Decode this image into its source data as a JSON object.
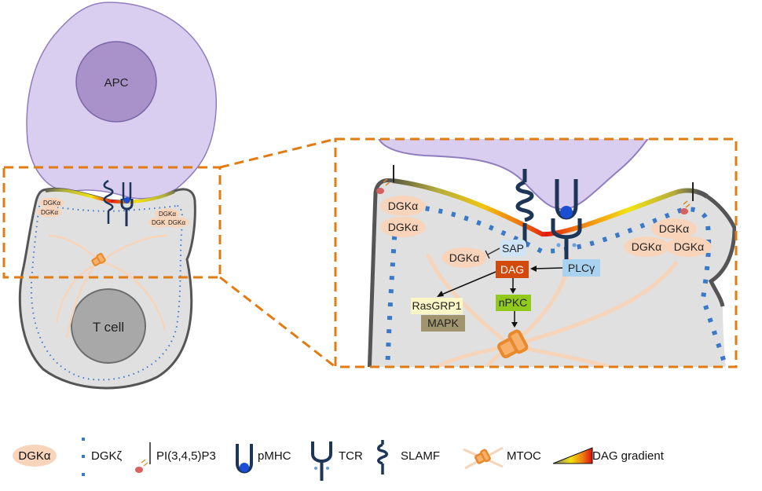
{
  "labels": {
    "apc": "APC",
    "t_cell": "T cell",
    "dgka": "DGKα",
    "sap": "SAP",
    "dag": "DAG",
    "plcg": "PLCγ",
    "rasgrp1": "RasGRP1",
    "mapk": "MAPK",
    "npkc": "nPKC"
  },
  "legend": {
    "dgka": "DGKα",
    "dgkz": "DGKζ",
    "pip3": "PI(3,4,5)P3",
    "pmhc": "pMHC",
    "tcr": "TCR",
    "slamf": "SLAMF",
    "mtoc": "MTOC",
    "dag_gradient": "DAG gradient"
  },
  "colors": {
    "apc_fill": "#d9cdf0",
    "apc_stroke": "#8f7dbd",
    "nucleus_fill": "#a892c9",
    "cell_fill": "#e0e0e0",
    "membrane": "#555555",
    "dgka_fill": "#f8d4bb",
    "dgkz_dots": "#3a78c8",
    "dashed_box": "#e27b12",
    "receptor": "#1d3557",
    "pmhc_ball": "#1a4ed6",
    "sap_box": "#cfe4f7",
    "plcg_box": "#a9d2f0",
    "dag_box": "#d24a0c",
    "npkc_box": "#92c91d",
    "rasgrp1_box": "#fbf6c6",
    "mapk_box": "#a0956e",
    "mtoc": "#e8892c",
    "fiber": "#f6d4ba"
  }
}
